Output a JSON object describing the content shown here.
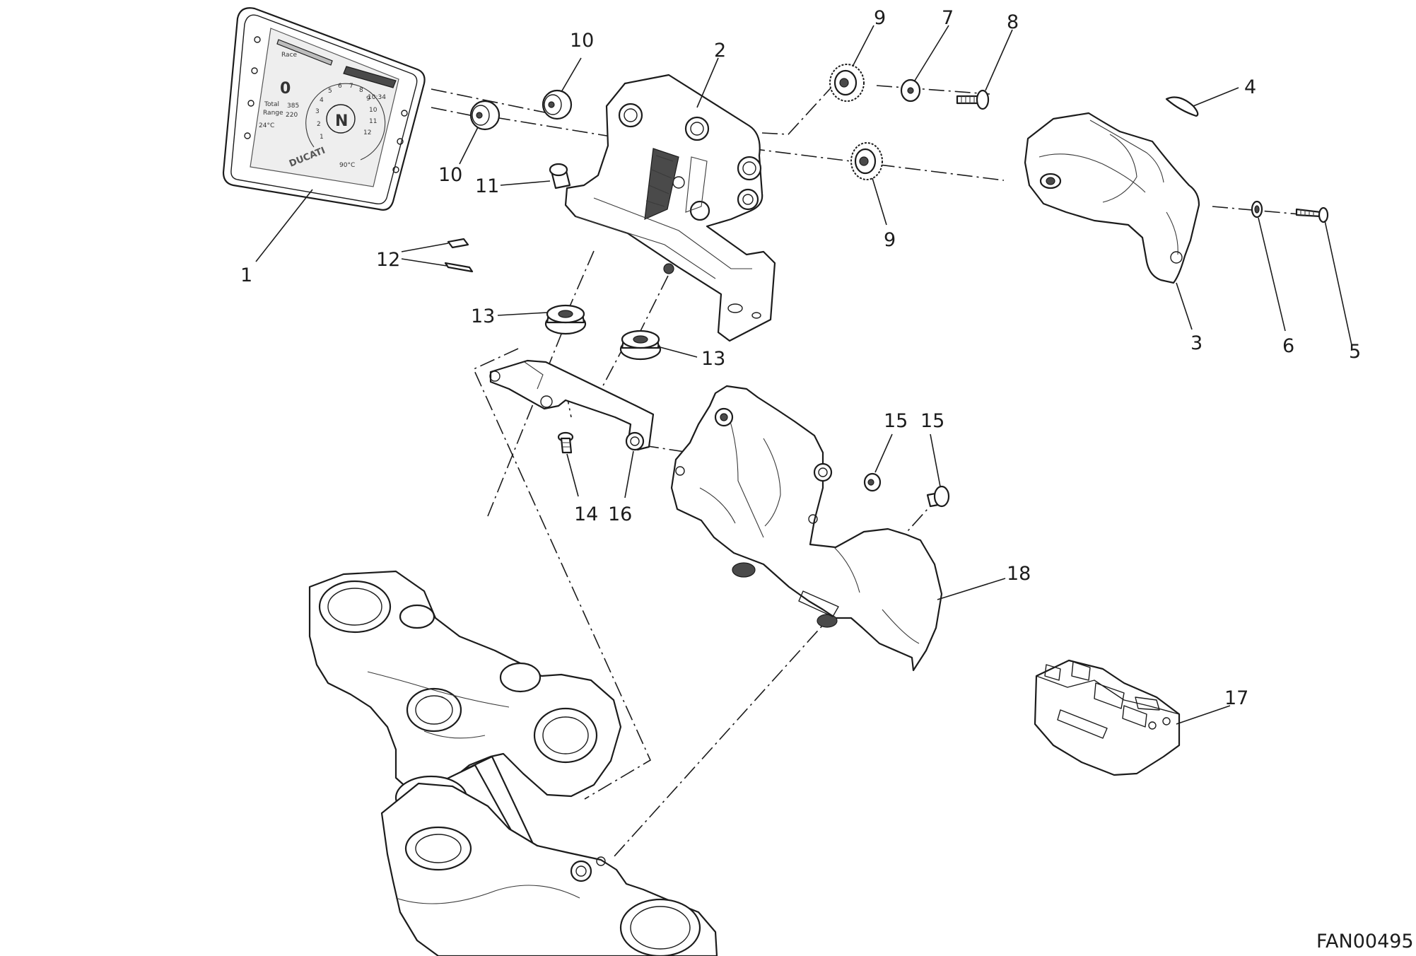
{
  "diagram": {
    "drawing_code": "FAN00495",
    "callouts": [
      {
        "id": "c1",
        "text": "1"
      },
      {
        "id": "c2",
        "text": "2"
      },
      {
        "id": "c3",
        "text": "3"
      },
      {
        "id": "c4",
        "text": "4"
      },
      {
        "id": "c5",
        "text": "5"
      },
      {
        "id": "c6",
        "text": "6"
      },
      {
        "id": "c7",
        "text": "7"
      },
      {
        "id": "c8",
        "text": "8"
      },
      {
        "id": "c9a",
        "text": "9"
      },
      {
        "id": "c9b",
        "text": "9"
      },
      {
        "id": "c10a",
        "text": "10"
      },
      {
        "id": "c10b",
        "text": "10"
      },
      {
        "id": "c11",
        "text": "11"
      },
      {
        "id": "c12",
        "text": "12"
      },
      {
        "id": "c13a",
        "text": "13"
      },
      {
        "id": "c13b",
        "text": "13"
      },
      {
        "id": "c14",
        "text": "14"
      },
      {
        "id": "c15a",
        "text": "15"
      },
      {
        "id": "c15b",
        "text": "15"
      },
      {
        "id": "c16",
        "text": "16"
      },
      {
        "id": "c17",
        "text": "17"
      },
      {
        "id": "c18",
        "text": "18"
      }
    ],
    "dashboard_display": {
      "brand": "DUCATI",
      "gear": "N",
      "speed": "0",
      "clock": "10:34",
      "riding_mode": "Race",
      "trip_label": "Total",
      "range_label": "Range",
      "total_value": "385",
      "range_value": "220",
      "air_temp": "24°C",
      "coolant_temp": "90°C",
      "tach_marks": [
        "1",
        "2",
        "3",
        "4",
        "5",
        "6",
        "7",
        "8",
        "9",
        "10",
        "11",
        "12"
      ]
    }
  }
}
